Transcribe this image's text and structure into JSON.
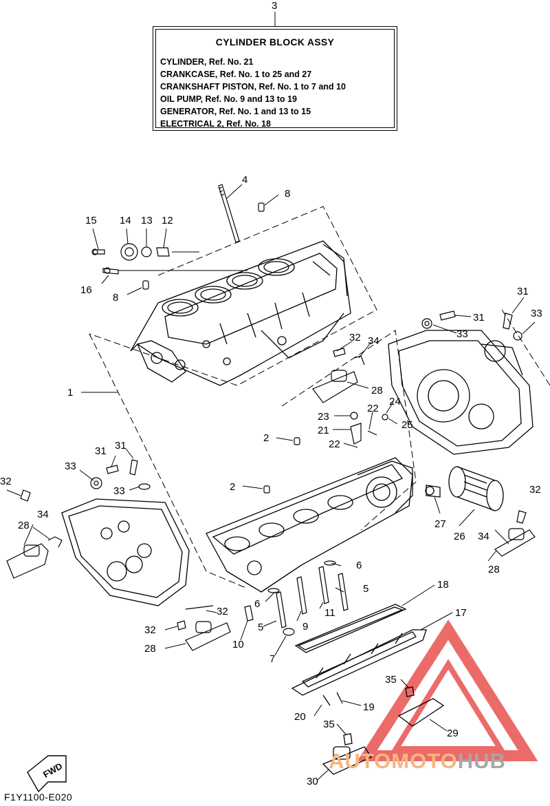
{
  "assembly": {
    "ref": "3",
    "title": "CYLINDER BLOCK ASSY",
    "lines": [
      "CYLINDER,  Ref. No. 21",
      "CRANKCASE,  Ref. No. 1 to 25 and 27",
      "CRANKSHAFT PISTON,  Ref. No. 1 to 7 and 10",
      "OIL PUMP,  Ref. No. 9 and 13 to 19",
      "GENERATOR,   Ref. No. 1 and 13 to 15",
      "ELECTRICAL 2,  Ref. No. 18"
    ]
  },
  "callouts": [
    "4",
    "8",
    "15",
    "14",
    "13",
    "12",
    "16",
    "8",
    "1",
    "32",
    "34",
    "28",
    "23",
    "22",
    "24",
    "21",
    "25",
    "22",
    "2",
    "2",
    "31",
    "31",
    "33",
    "33",
    "31",
    "31",
    "33",
    "33",
    "32",
    "34",
    "28",
    "32",
    "28",
    "34",
    "32",
    "28",
    "27",
    "26",
    "32",
    "34",
    "28",
    "6",
    "5",
    "6",
    "5",
    "9",
    "11",
    "10",
    "7",
    "18",
    "17",
    "35",
    "20",
    "19",
    "29",
    "35",
    "30"
  ],
  "fwd_label": "FWD",
  "drawing_code": "F1Y1100-E020",
  "watermark": {
    "part1": "AUTOMOTO",
    "part2": "HUB",
    "color_triangle": "#e8524f",
    "color_text": "#f6b680",
    "color_hub": "#a7a7a7"
  }
}
